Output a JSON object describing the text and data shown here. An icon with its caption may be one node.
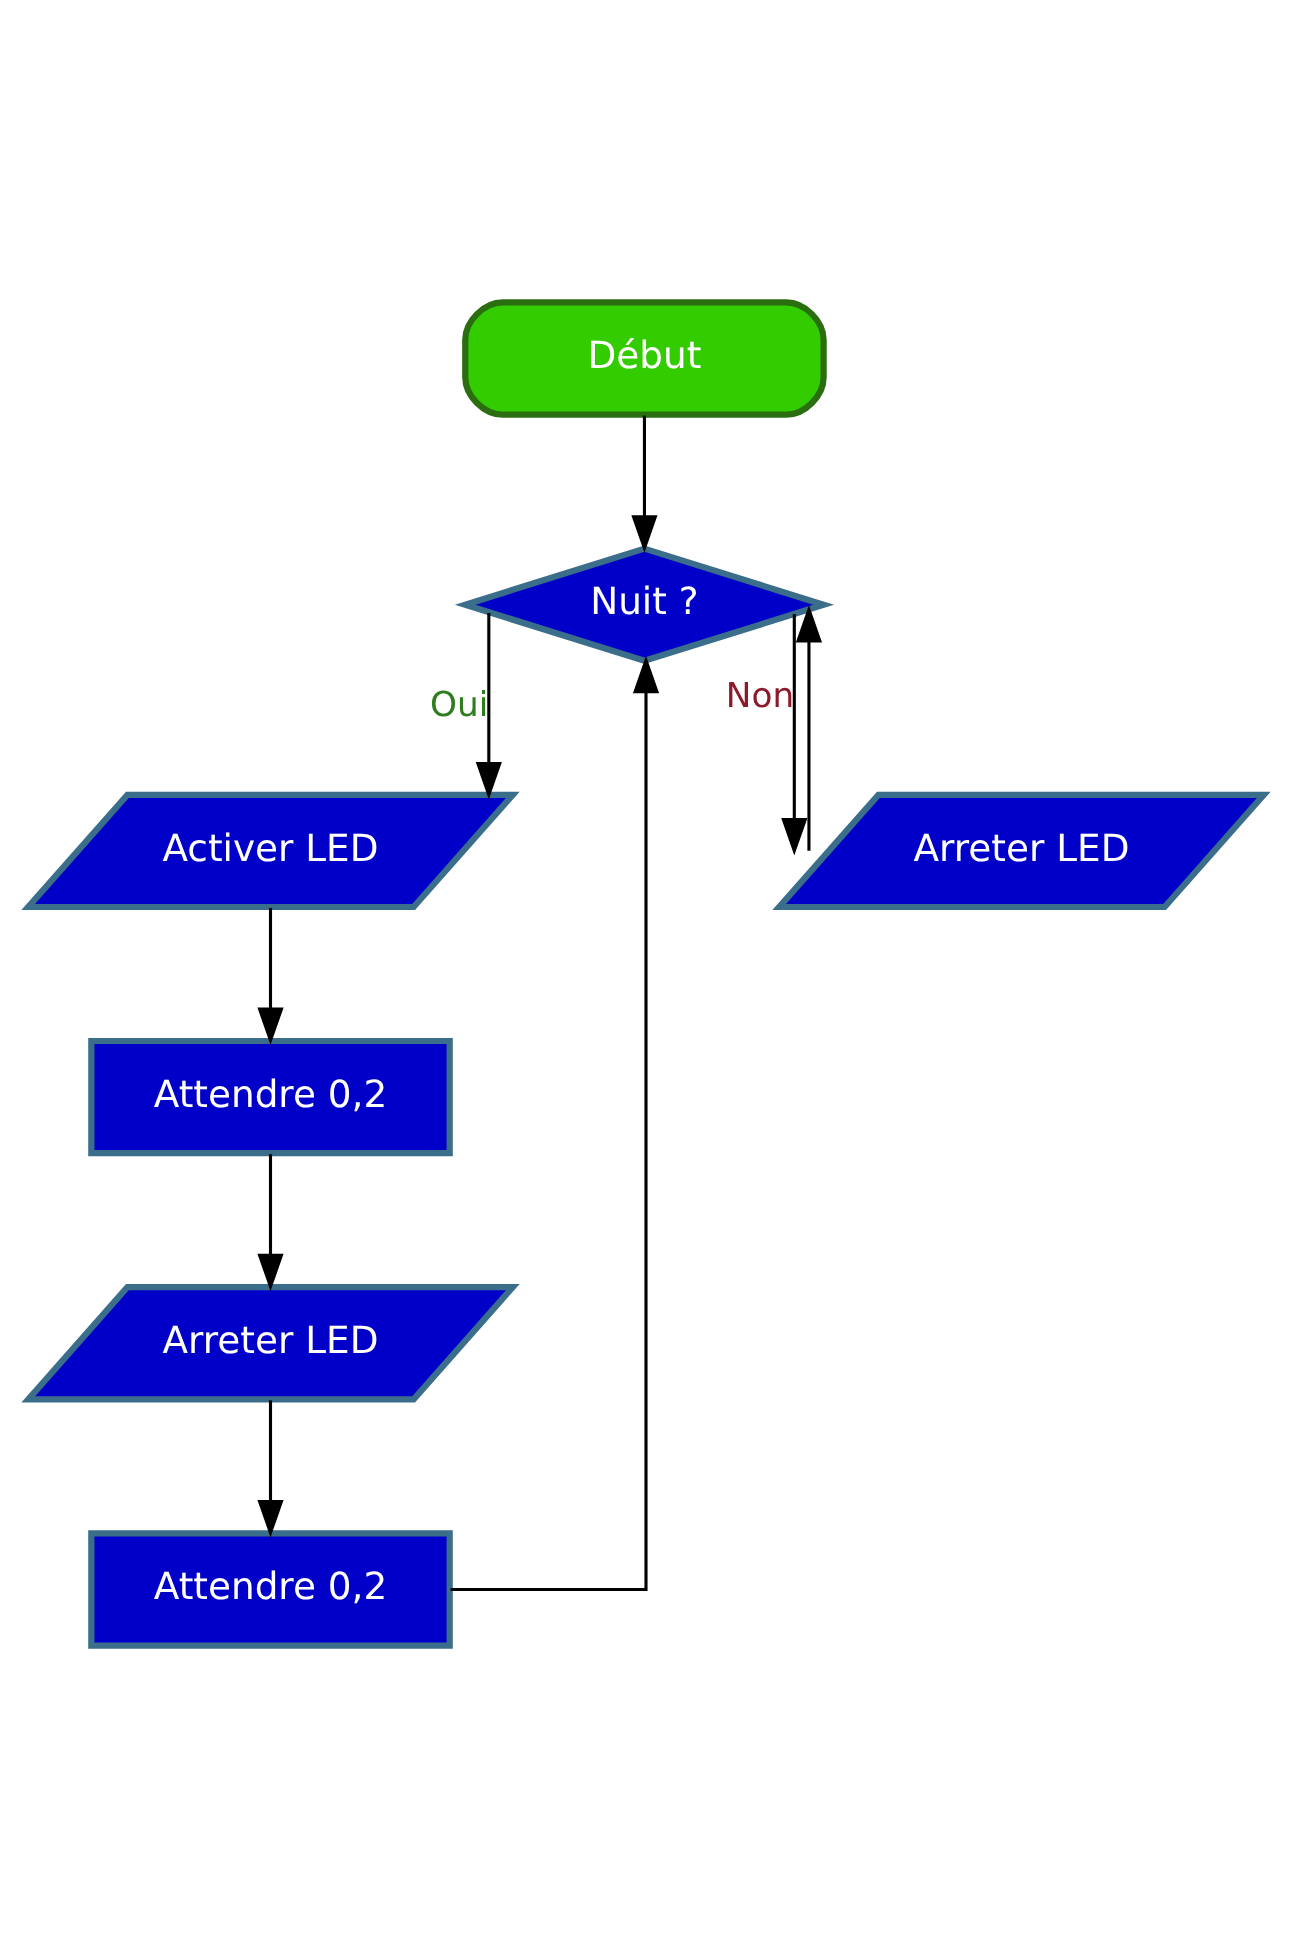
{
  "diagram": {
    "nodes": [
      {
        "text": [
          "Début"
        ]
      },
      {
        "text": [
          "Nuit ?"
        ]
      },
      {
        "text": [
          "Activer LED"
        ]
      },
      {
        "text": [
          "Arreter LED"
        ]
      },
      {
        "text": [
          "Attendre 0,2"
        ]
      },
      {
        "text": [
          "Arreter LED"
        ]
      },
      {
        "text": [
          "Attendre 0,2"
        ]
      }
    ],
    "edges": [
      {
        "from": 0,
        "to": 1,
        "arrow": "to"
      },
      {
        "from": 1,
        "to": 2,
        "arrow": "to",
        "label": "Oui"
      },
      {
        "from": 1,
        "to": 3,
        "arrow": "to",
        "label": "Non"
      },
      {
        "from": 2,
        "to": 4,
        "arrow": "to"
      },
      {
        "from": 4,
        "to": 5,
        "arrow": "to"
      },
      {
        "from": 5,
        "to": 6,
        "arrow": "to"
      },
      {
        "from": 3,
        "to": 1,
        "arrow": "to"
      },
      {
        "from": 6,
        "to": 1,
        "arrow": "to"
      }
    ]
  }
}
